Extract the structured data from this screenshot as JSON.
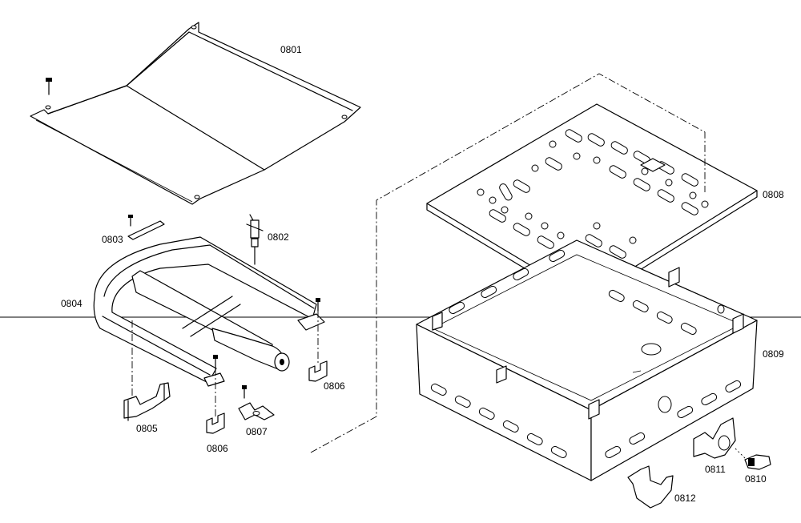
{
  "labels": {
    "p0801": "0801",
    "p0802": "0802",
    "p0803": "0803",
    "p0804": "0804",
    "p0805": "0805",
    "p0806a": "0806",
    "p0806b": "0806",
    "p0807": "0807",
    "p0808": "0808",
    "p0809": "0809",
    "p0810": "0810",
    "p0811": "0811",
    "p0812": "0812"
  }
}
